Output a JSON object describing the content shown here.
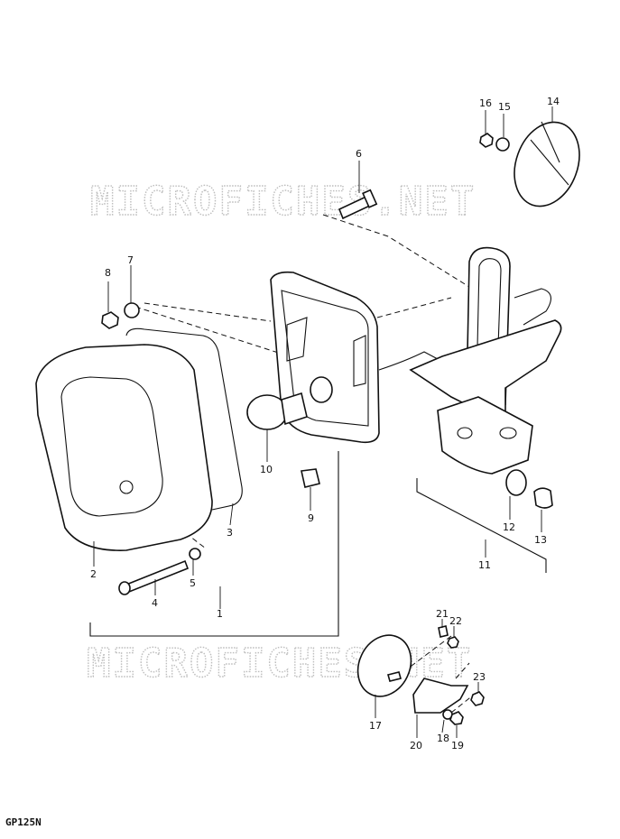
{
  "watermark_top": "MICROFICHES.NET",
  "watermark_bottom": "MICROFICHES.NET",
  "model_code": "GP125N",
  "callouts": [
    "1",
    "2",
    "3",
    "4",
    "5",
    "6",
    "7",
    "8",
    "9",
    "10",
    "11",
    "12",
    "13",
    "14",
    "15",
    "16",
    "17",
    "18",
    "19",
    "20",
    "21",
    "22",
    "23"
  ]
}
